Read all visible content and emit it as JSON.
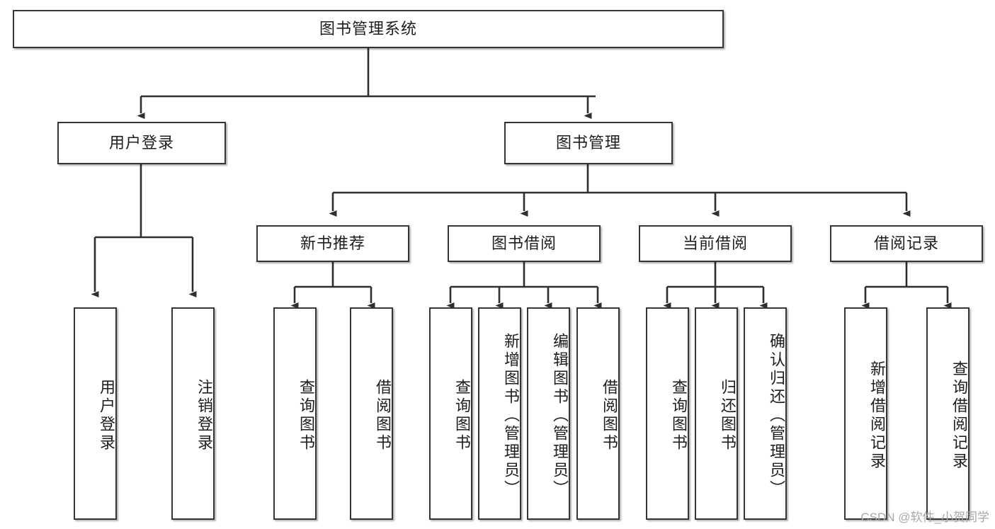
{
  "diagram": {
    "title": "图书管理系统",
    "type": "hierarchy-tree",
    "watermark": "CSDN @软件_小贺同学",
    "colors": {
      "border": "#353535",
      "background": "#ffffff",
      "text": "#1d1d1d",
      "connector": "#2f2f2f",
      "watermark": "#a8a8a8"
    },
    "root": {
      "label": "图书管理系统"
    },
    "level2": [
      {
        "label": "用户登录"
      },
      {
        "label": "图书管理"
      }
    ],
    "level3": [
      {
        "label": "新书推荐"
      },
      {
        "label": "图书借阅"
      },
      {
        "label": "当前借阅"
      },
      {
        "label": "借阅记录"
      }
    ],
    "leaves": {
      "user_login": [
        {
          "label": "用户登录"
        },
        {
          "label": "注销登录"
        }
      ],
      "new_book_recommend": [
        {
          "label": "查询图书"
        },
        {
          "label": "借阅图书"
        }
      ],
      "book_borrow": [
        {
          "label": "查询图书"
        },
        {
          "label": "新增图书（管理员）"
        },
        {
          "label": "编辑图书（管理员）"
        },
        {
          "label": "借阅图书"
        }
      ],
      "current_borrow": [
        {
          "label": "查询图书"
        },
        {
          "label": "归还图书"
        },
        {
          "label": "确认归还（管理员）"
        }
      ],
      "borrow_record": [
        {
          "label": "新增借阅记录"
        },
        {
          "label": "查询借阅记录"
        }
      ]
    }
  }
}
